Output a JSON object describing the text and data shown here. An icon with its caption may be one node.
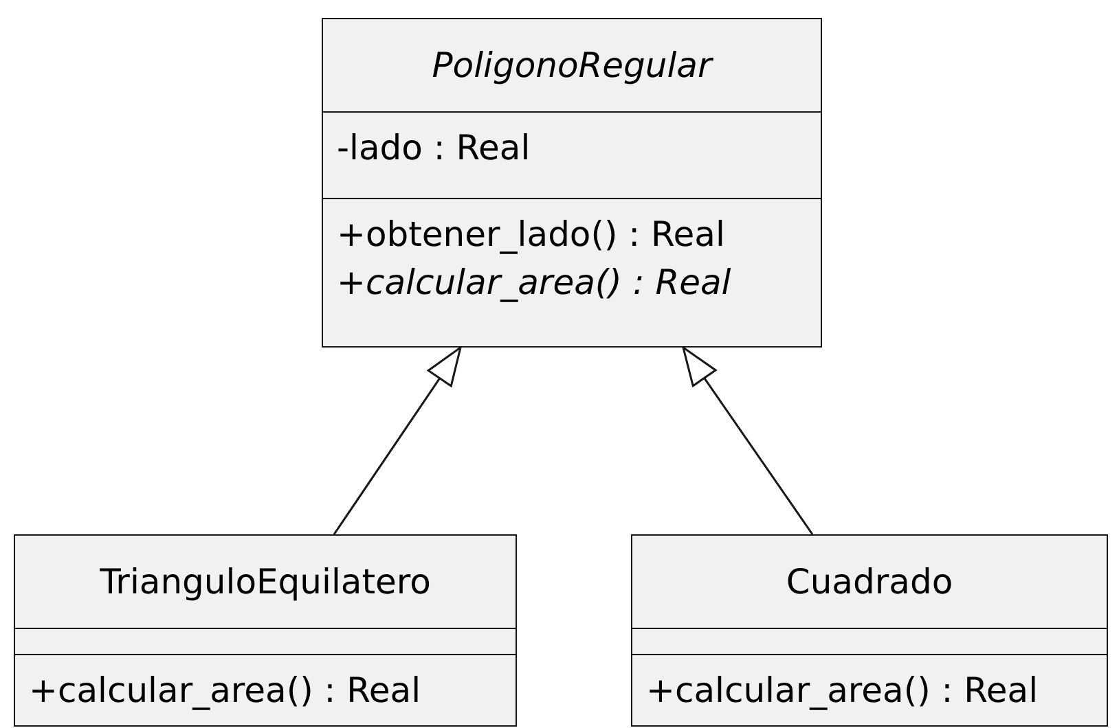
{
  "diagram": {
    "nodes": [
      {
        "text": [
          "PoligonoRegular",
          "-lado : Real",
          "+obtener_lado() : Real",
          "+calcular_area() : Real"
        ]
      },
      {
        "text": [
          "TrianguloEquilatero",
          "+calcular_area() : Real"
        ]
      },
      {
        "text": [
          "Cuadrado",
          "+calcular_area() : Real"
        ]
      }
    ],
    "edges": [
      {
        "from": 1,
        "to": 0,
        "arrow": "to"
      },
      {
        "from": 2,
        "to": 0,
        "arrow": "to"
      }
    ]
  }
}
